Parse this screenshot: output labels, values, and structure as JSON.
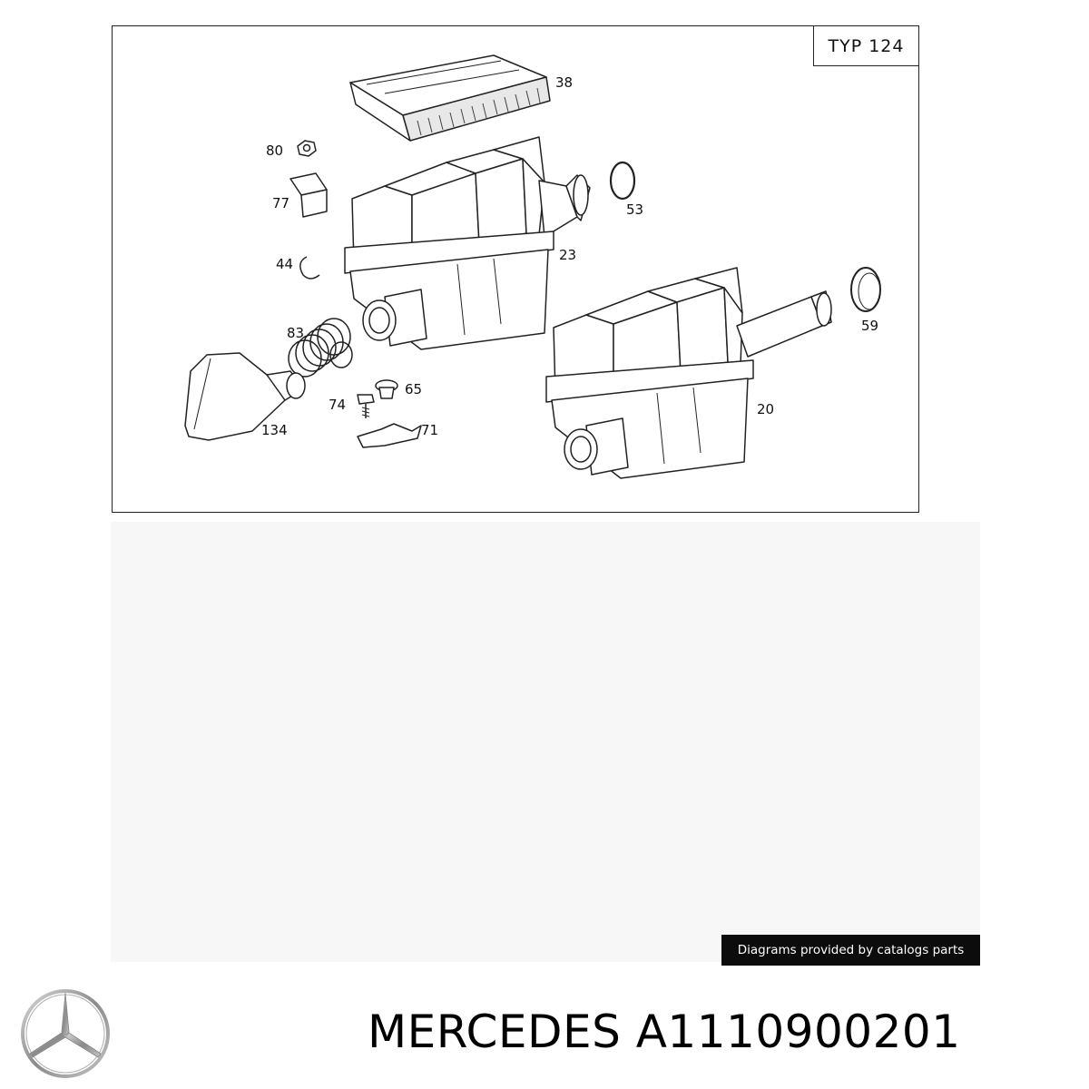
{
  "diagram": {
    "variant_label": "TYP  124",
    "callouts": [
      "38",
      "80",
      "77",
      "53",
      "23",
      "44",
      "59",
      "83",
      "65",
      "74",
      "134",
      "71",
      "20"
    ]
  },
  "watermark": {
    "text": "Diagrams provided by catalogs parts"
  },
  "brand": {
    "logo_icon": "mercedes-star-icon",
    "title": "MERCEDES A1110900201"
  }
}
